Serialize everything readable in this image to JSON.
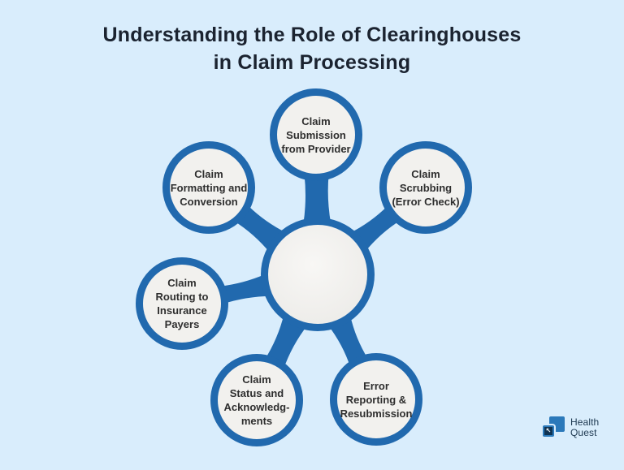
{
  "title": "Understanding the Role of Clearinghouses\nin Claim Processing",
  "diagram": {
    "nodes": [
      {
        "id": "claim-submission",
        "label": "Claim\nSubmission\nfrom Provider"
      },
      {
        "id": "claim-scrubbing",
        "label": "Claim\nScrubbing\n(Error Check)"
      },
      {
        "id": "claim-formatting",
        "label": "Claim\nFormatting and\nConversion"
      },
      {
        "id": "claim-routing",
        "label": "Claim\nRouting to\nInsurance\nPayers"
      },
      {
        "id": "claim-status",
        "label": "Claim\nStatus and\nAcknowledg-\nments"
      },
      {
        "id": "error-reporting",
        "label": "Error\nReporting &\nResubmission"
      }
    ]
  },
  "logo": {
    "name": "Health\nQuest",
    "arrow_glyph": "↖"
  },
  "colors": {
    "background": "#d9edfc",
    "accent_blue": "#2169ae",
    "node_fill": "#f2f1ee",
    "title_text": "#1b2330",
    "label_text": "#2e2e2e",
    "logo_text": "#1d3850",
    "logo_square_blue": "#2b79ba",
    "logo_square_navy": "#0f3352"
  }
}
